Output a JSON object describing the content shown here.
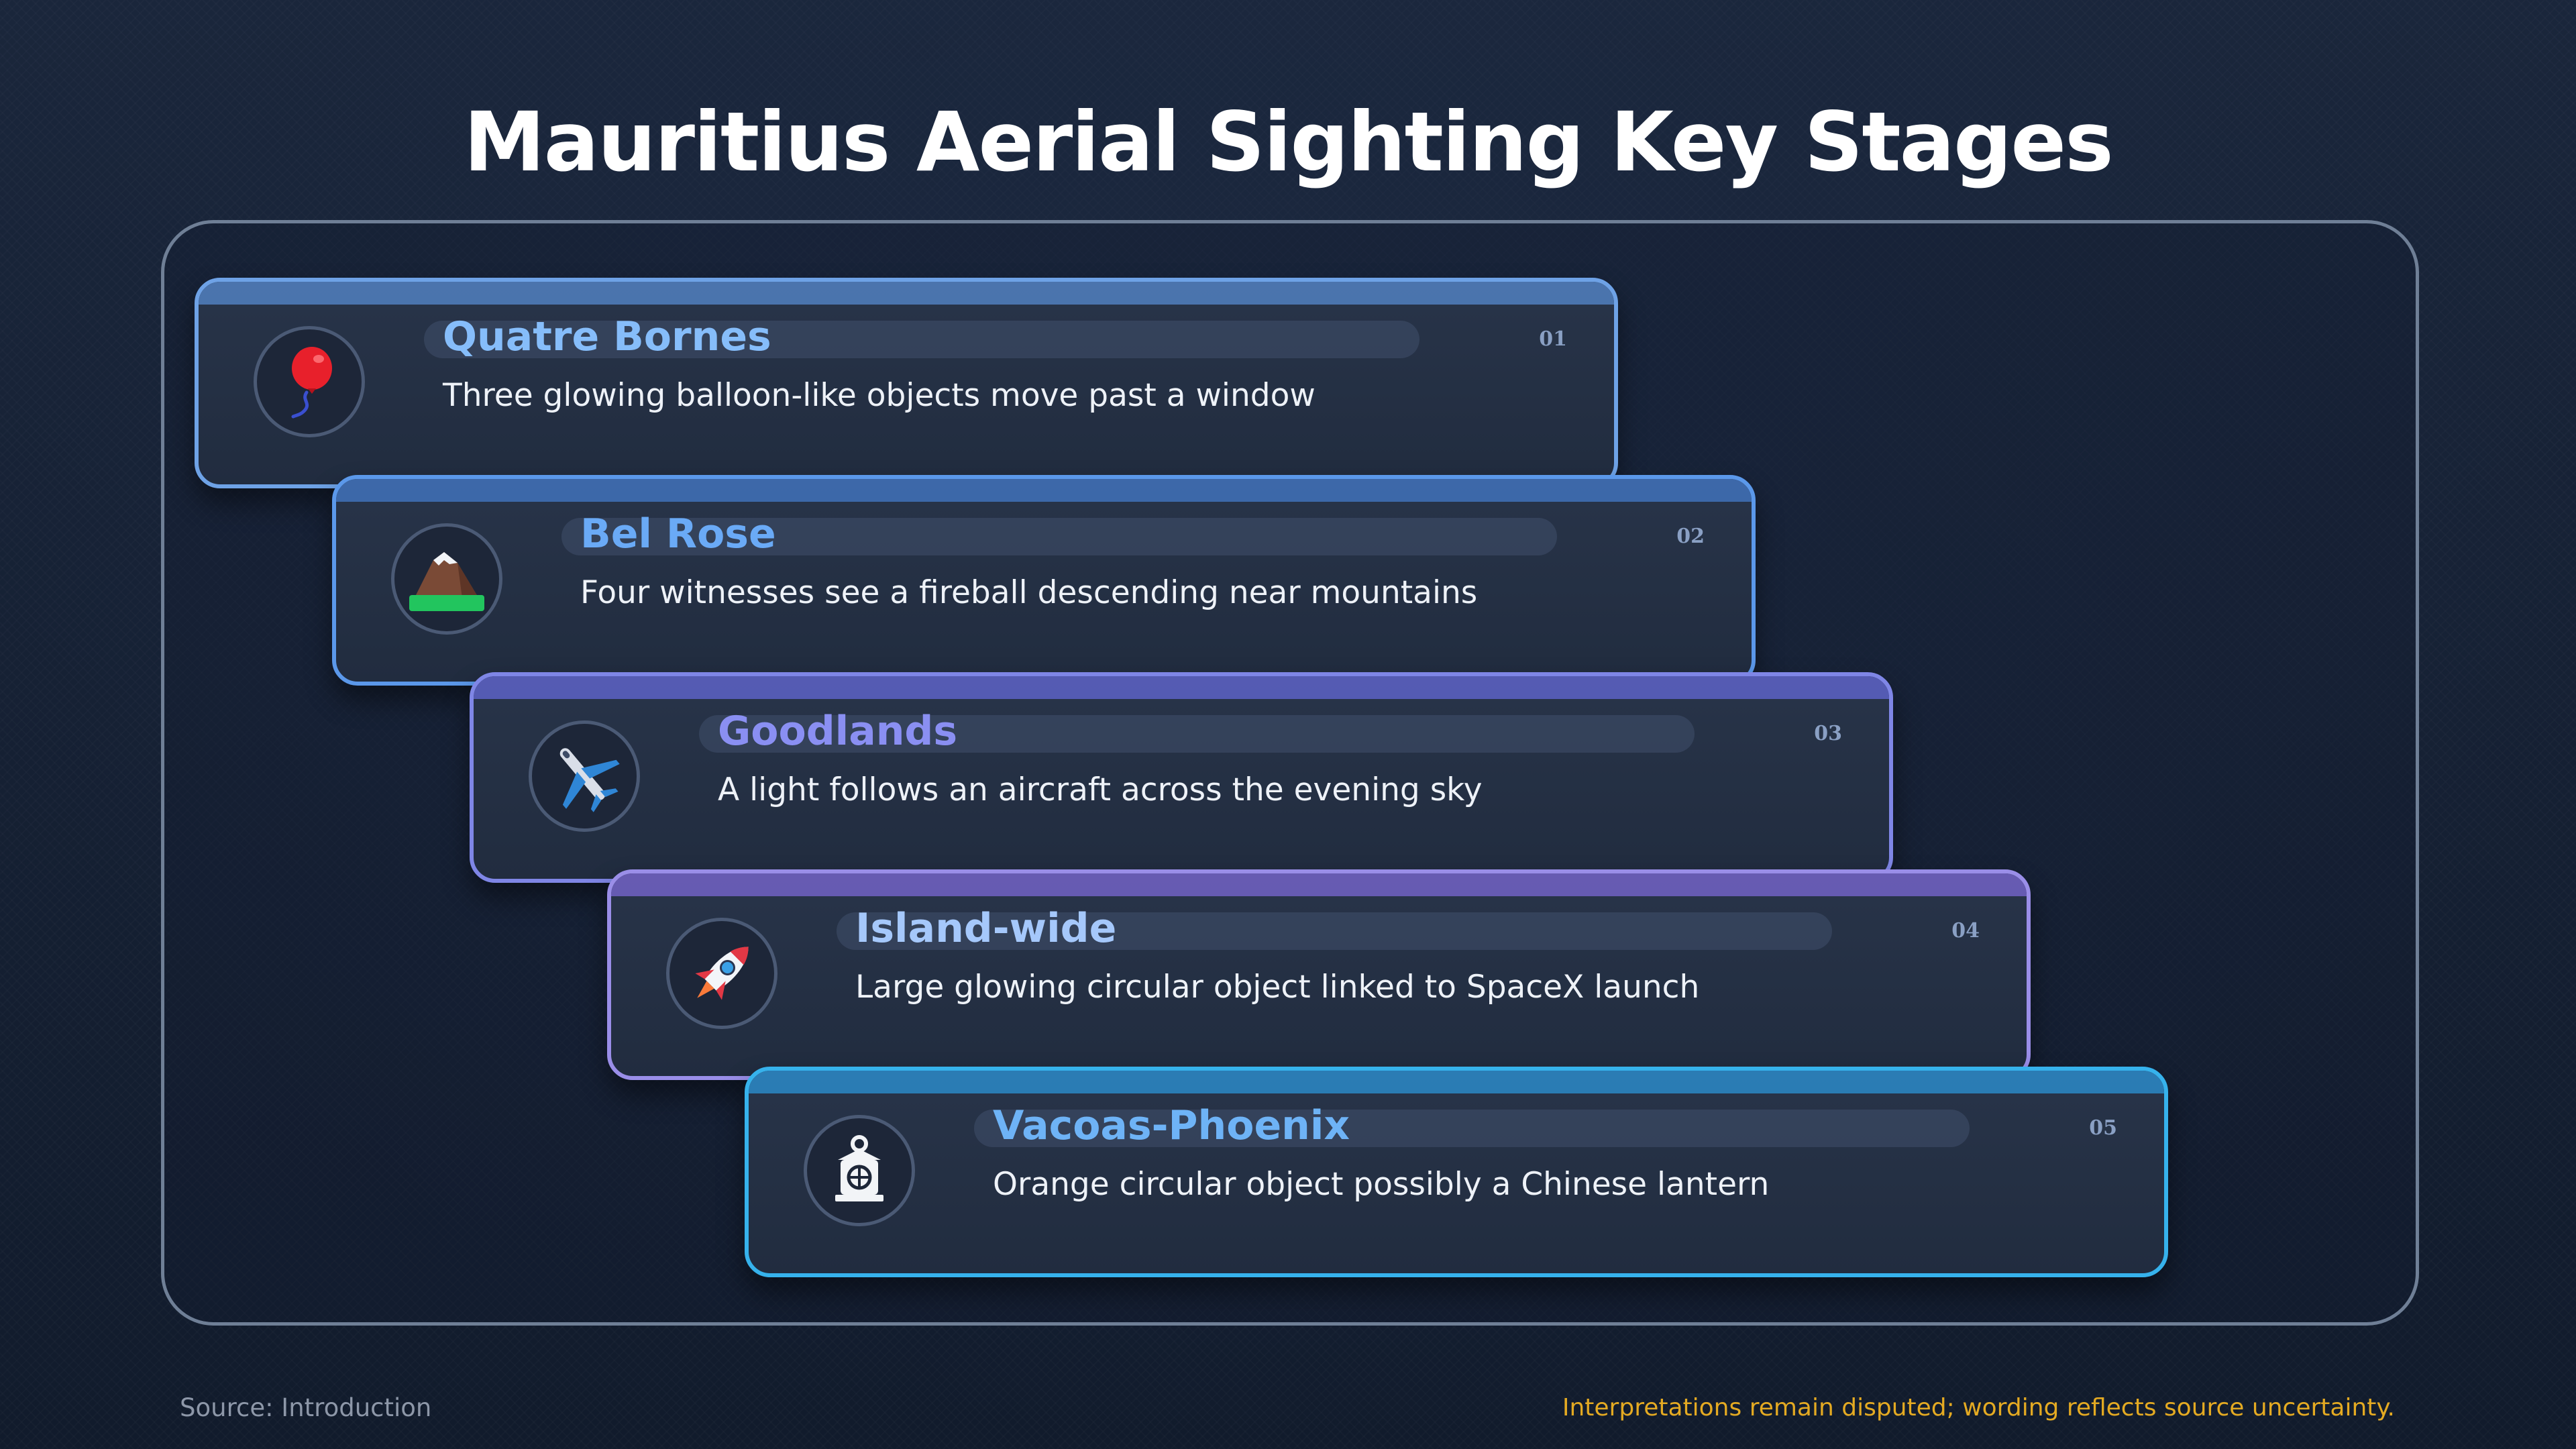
{
  "title": "Mauritius Aerial Sighting Key Stages",
  "stages": [
    {
      "number": "01",
      "name": "Quatre Bornes",
      "description": "Three glowing balloon-like objects move past a window",
      "icon": "balloon-icon",
      "accent": "#86bdfa",
      "border": "#6ea2e6",
      "bar": "#4f7bb8"
    },
    {
      "number": "02",
      "name": "Bel Rose",
      "description": "Four witnesses see a fireball descending near mountains",
      "icon": "mountain-icon",
      "accent": "#6aaaf6",
      "border": "#5b98ea",
      "bar": "#3f6eb4"
    },
    {
      "number": "03",
      "name": "Goodlands",
      "description": "A light follows an aircraft across the evening sky",
      "icon": "airplane-icon",
      "accent": "#8a8ff2",
      "border": "#7f86e6",
      "bar": "#5a5fbf"
    },
    {
      "number": "04",
      "name": "Island-wide",
      "description": "Large glowing circular object linked to SpaceX launch",
      "icon": "rocket-icon",
      "accent": "#a5c8fb",
      "border": "#9a8ee8",
      "bar": "#6e5fbe"
    },
    {
      "number": "05",
      "name": "Vacoas-Phoenix",
      "description": "Orange circular object possibly a Chinese lantern",
      "icon": "lantern-icon",
      "accent": "#6eb3f6",
      "border": "#36b2ec",
      "bar": "#2b84c0"
    }
  ],
  "footer": {
    "source": "Source: Introduction",
    "note": "Interpretations remain disputed; wording reflects source uncertainty."
  },
  "colors": {
    "background": "#172236",
    "title": "#ffffff",
    "note": "#e4aa22"
  }
}
